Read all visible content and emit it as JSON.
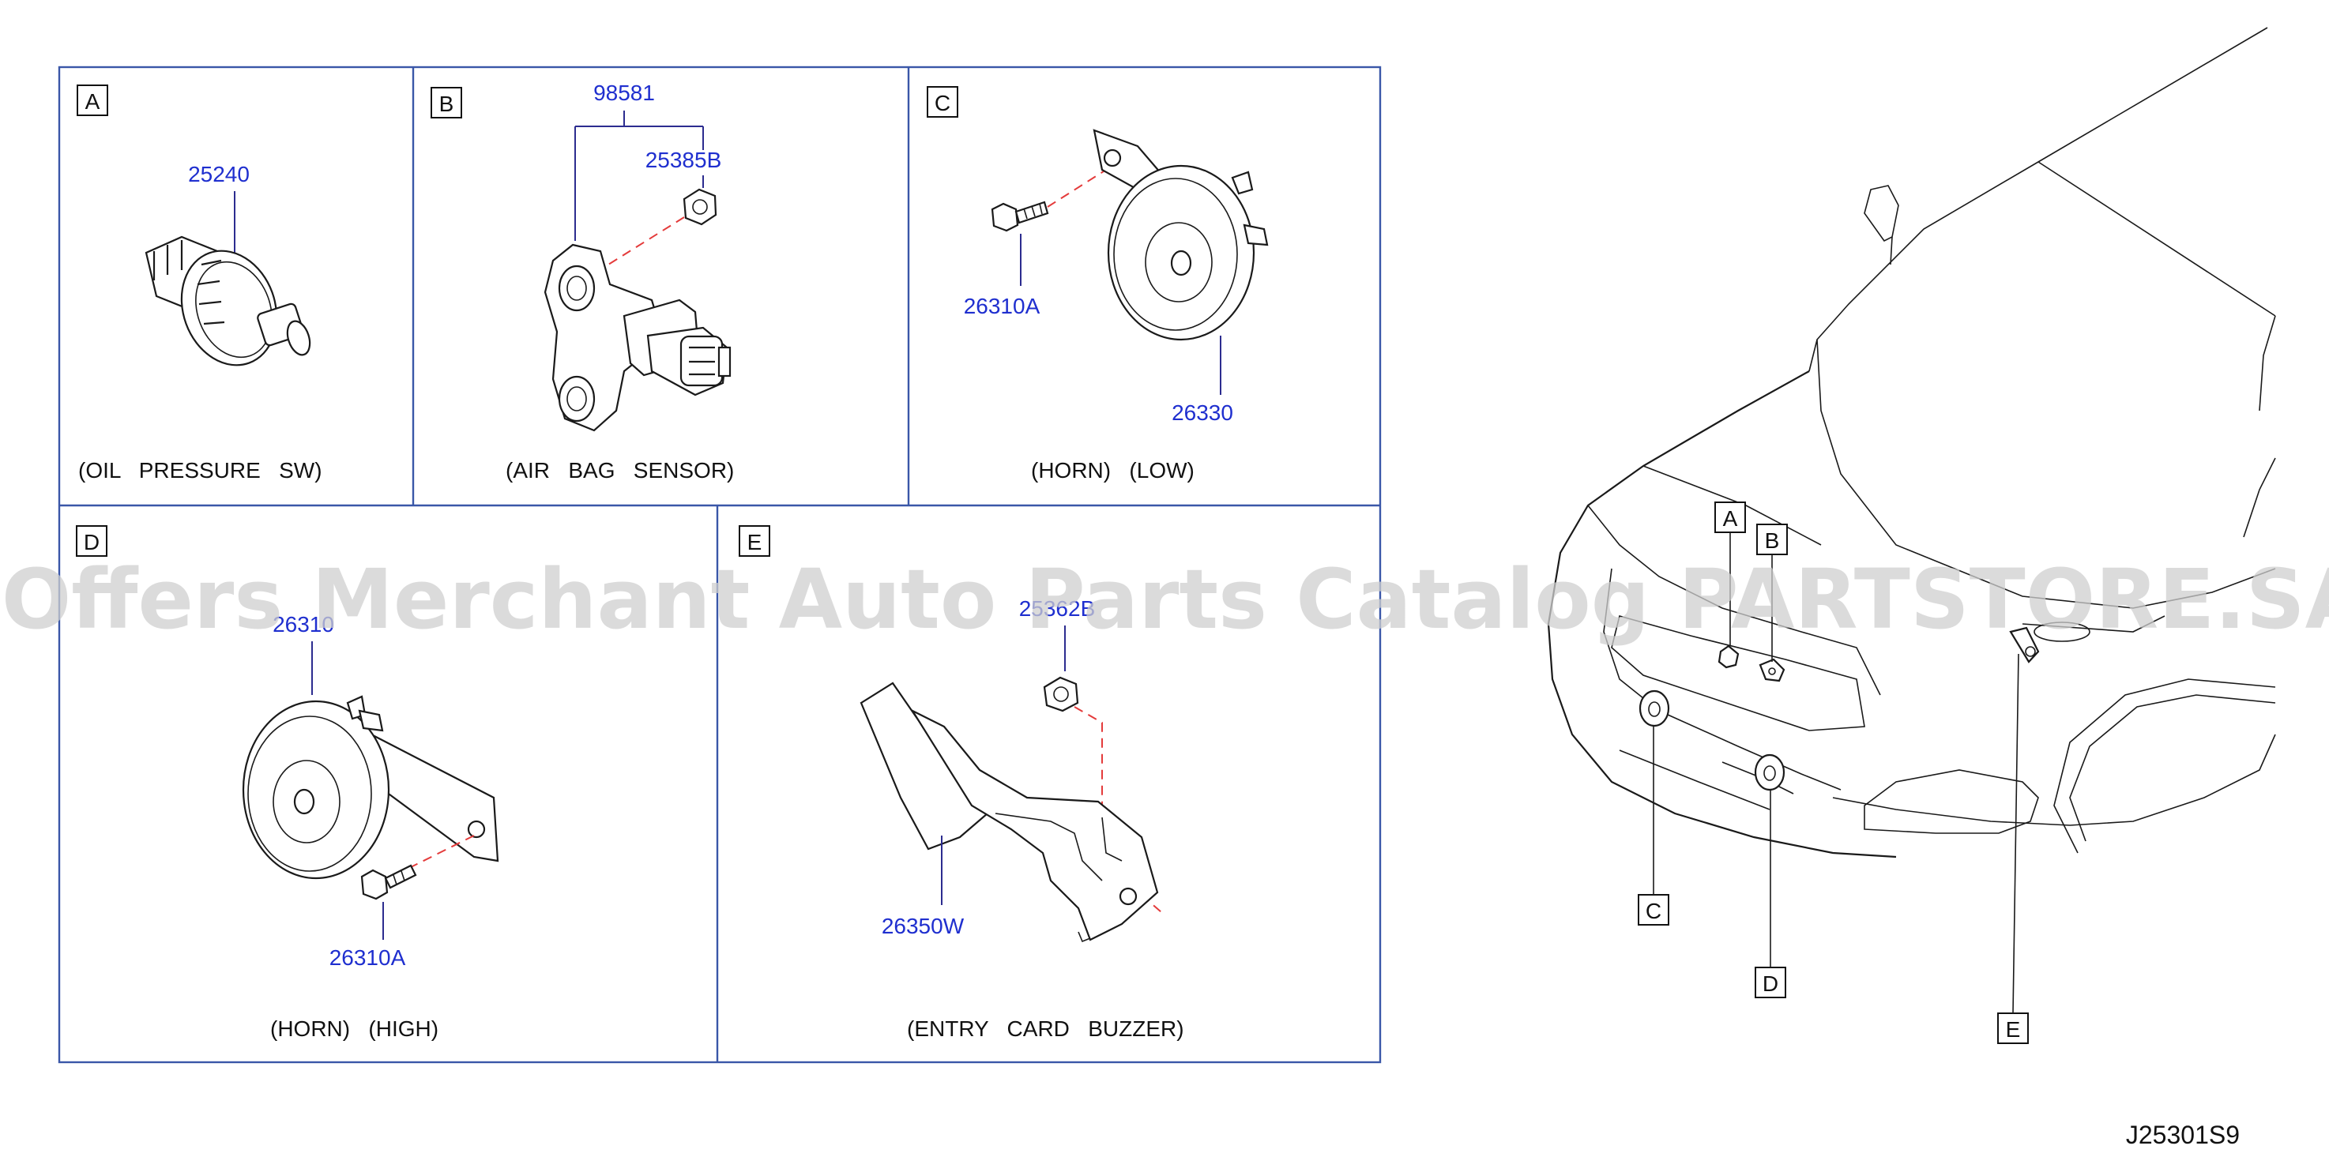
{
  "panels": {
    "A": {
      "letter": "A",
      "part_numbers": [
        "25240"
      ],
      "caption": "(OIL   PRESSURE   SW)"
    },
    "B": {
      "letter": "B",
      "part_numbers": [
        "98581",
        "25385B"
      ],
      "caption": "(AIR   BAG   SENSOR)"
    },
    "C": {
      "letter": "C",
      "part_numbers": [
        "26310A",
        "26330"
      ],
      "caption": "(HORN)   (LOW)"
    },
    "D": {
      "letter": "D",
      "part_numbers": [
        "26310",
        "26310A"
      ],
      "caption": "(HORN)   (HIGH)"
    },
    "E": {
      "letter": "E",
      "part_numbers": [
        "25362B",
        "26350W"
      ],
      "caption": "(ENTRY   CARD   BUZZER)"
    }
  },
  "vehicle_callouts": [
    "A",
    "B",
    "C",
    "D",
    "E"
  ],
  "watermark": "Offers Merchant Auto Parts Catalog PARTSTORE.SA",
  "diagram_code": "J25301S9",
  "colors": {
    "part_number": "#1f2fcf",
    "panel_border": "#3a57a8",
    "dashed_line": "#e43b3b",
    "line_art": "#1a1a1a"
  }
}
